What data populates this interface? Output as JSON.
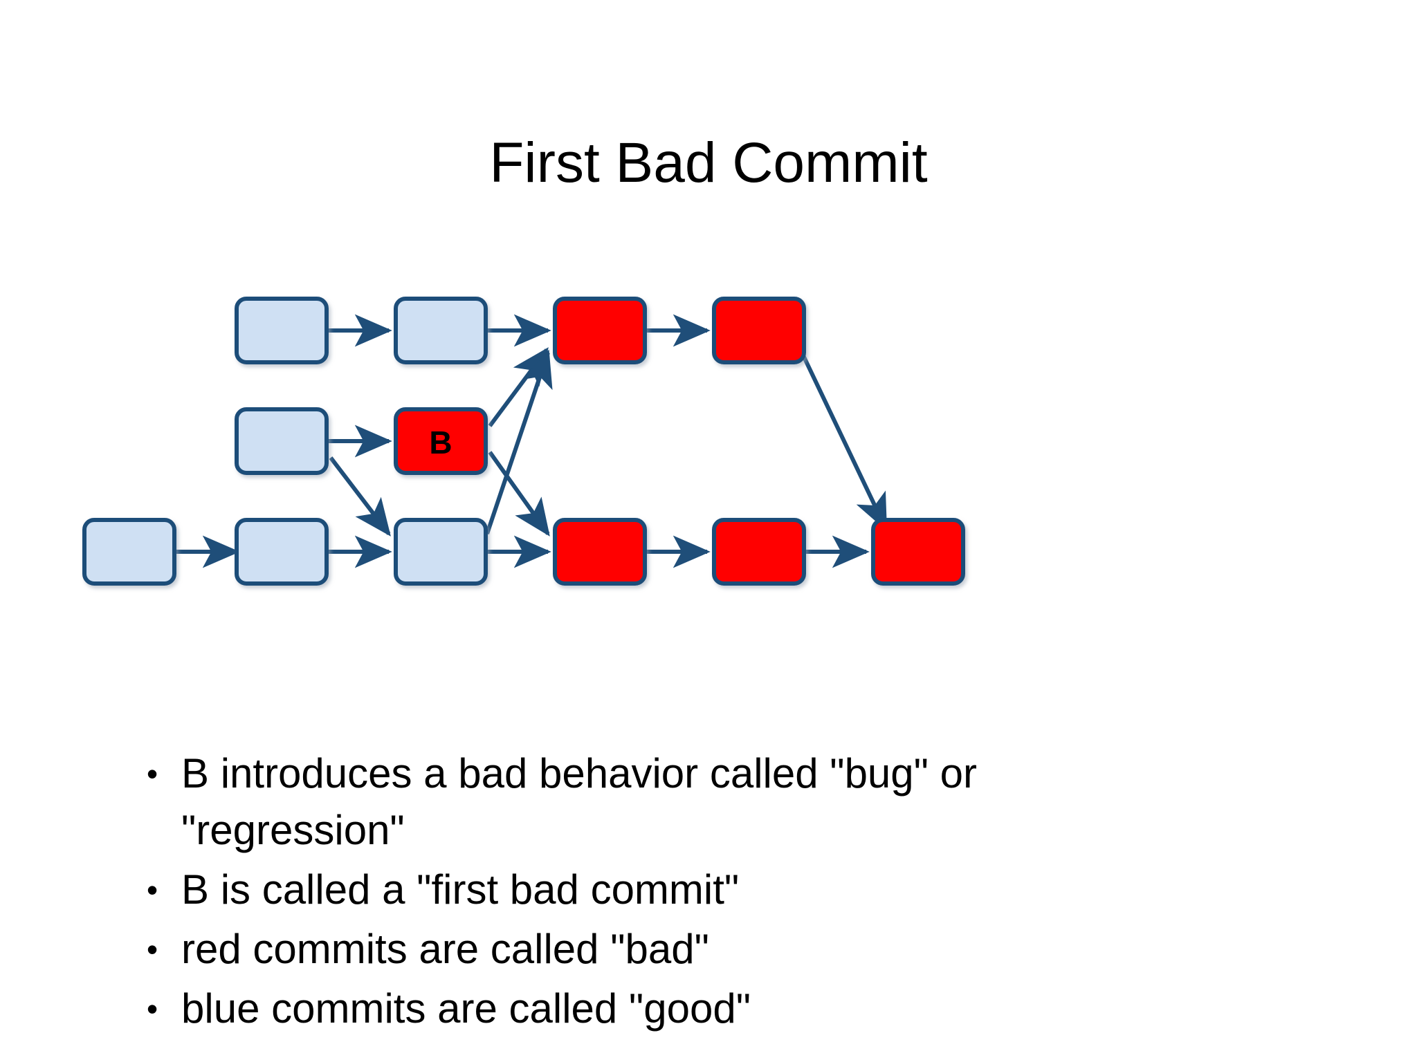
{
  "slide": {
    "title": "First Bad Commit"
  },
  "diagram": {
    "type": "commit-graph",
    "colors": {
      "good_fill": "#cfe0f3",
      "bad_fill": "#ff0000",
      "node_border": "#1f4e79",
      "edge": "#1f4e79",
      "label_text": "#000000"
    },
    "legend_meaning": {
      "red": "bad",
      "blue": "good"
    },
    "nodes": [
      {
        "id": "t1",
        "row": "top",
        "col": 1,
        "state": "good",
        "label": ""
      },
      {
        "id": "t2",
        "row": "top",
        "col": 2,
        "state": "good",
        "label": ""
      },
      {
        "id": "t3",
        "row": "top",
        "col": 3,
        "state": "bad",
        "label": ""
      },
      {
        "id": "t4",
        "row": "top",
        "col": 4,
        "state": "bad",
        "label": ""
      },
      {
        "id": "m1",
        "row": "middle",
        "col": 1,
        "state": "good",
        "label": ""
      },
      {
        "id": "m2",
        "row": "middle",
        "col": 2,
        "state": "bad",
        "label": "B"
      },
      {
        "id": "b0",
        "row": "bottom",
        "col": 0,
        "state": "good",
        "label": ""
      },
      {
        "id": "b1",
        "row": "bottom",
        "col": 1,
        "state": "good",
        "label": ""
      },
      {
        "id": "b2",
        "row": "bottom",
        "col": 2,
        "state": "good",
        "label": ""
      },
      {
        "id": "b3",
        "row": "bottom",
        "col": 3,
        "state": "bad",
        "label": ""
      },
      {
        "id": "b4",
        "row": "bottom",
        "col": 4,
        "state": "bad",
        "label": ""
      },
      {
        "id": "b5",
        "row": "bottom",
        "col": 5,
        "state": "bad",
        "label": ""
      }
    ],
    "edges": [
      {
        "from": "t1",
        "to": "t2"
      },
      {
        "from": "t2",
        "to": "t3"
      },
      {
        "from": "t3",
        "to": "t4"
      },
      {
        "from": "m1",
        "to": "m2"
      },
      {
        "from": "m1",
        "to": "b2"
      },
      {
        "from": "m2",
        "to": "t3"
      },
      {
        "from": "m2",
        "to": "b3"
      },
      {
        "from": "b0",
        "to": "b1"
      },
      {
        "from": "b1",
        "to": "b2"
      },
      {
        "from": "b2",
        "to": "b3"
      },
      {
        "from": "b2",
        "to": "t3"
      },
      {
        "from": "b3",
        "to": "b4"
      },
      {
        "from": "b4",
        "to": "b5"
      },
      {
        "from": "t4",
        "to": "b5"
      }
    ],
    "node_label_b": "B"
  },
  "bullets": [
    "B introduces a bad behavior called \"bug\" or \"regression\"",
    "B is called a \"first bad commit\"",
    "red commits are called \"bad\"",
    "blue commits are called \"good\""
  ]
}
